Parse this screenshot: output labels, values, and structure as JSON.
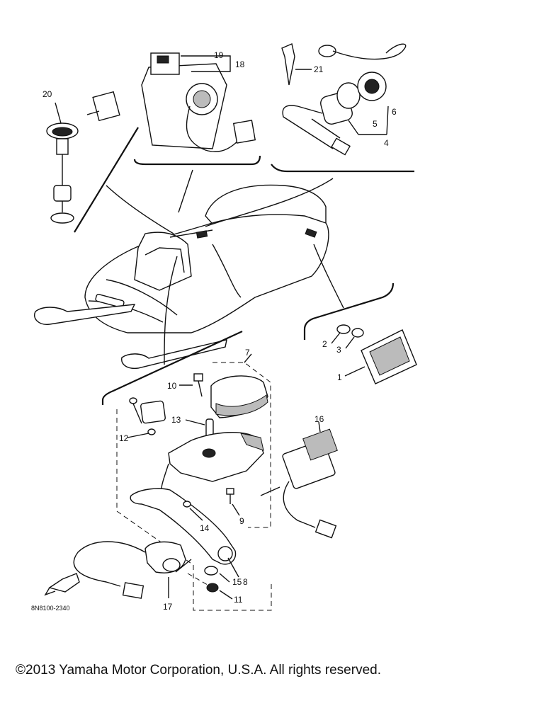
{
  "callouts": [
    {
      "id": "c1",
      "label": "1"
    },
    {
      "id": "c2",
      "label": "2"
    },
    {
      "id": "c3",
      "label": "3"
    },
    {
      "id": "c4",
      "label": "4"
    },
    {
      "id": "c5",
      "label": "5"
    },
    {
      "id": "c6",
      "label": "6"
    },
    {
      "id": "c7",
      "label": "7"
    },
    {
      "id": "c8",
      "label": "8"
    },
    {
      "id": "c9",
      "label": "9"
    },
    {
      "id": "c10",
      "label": "10"
    },
    {
      "id": "c11",
      "label": "11"
    },
    {
      "id": "c12",
      "label": "12"
    },
    {
      "id": "c13",
      "label": "13"
    },
    {
      "id": "c14",
      "label": "14"
    },
    {
      "id": "c15",
      "label": "15"
    },
    {
      "id": "c16",
      "label": "16"
    },
    {
      "id": "c17",
      "label": "17"
    },
    {
      "id": "c18",
      "label": "18"
    },
    {
      "id": "c19",
      "label": "19"
    },
    {
      "id": "c20",
      "label": "20"
    },
    {
      "id": "c21",
      "label": "21"
    }
  ],
  "diagram_code": "8N8100-2340",
  "copyright": "©2013 Yamaha Motor Corporation, U.S.A. All rights reserved.",
  "icons": {
    "front_arrow": "front-arrow-icon"
  }
}
